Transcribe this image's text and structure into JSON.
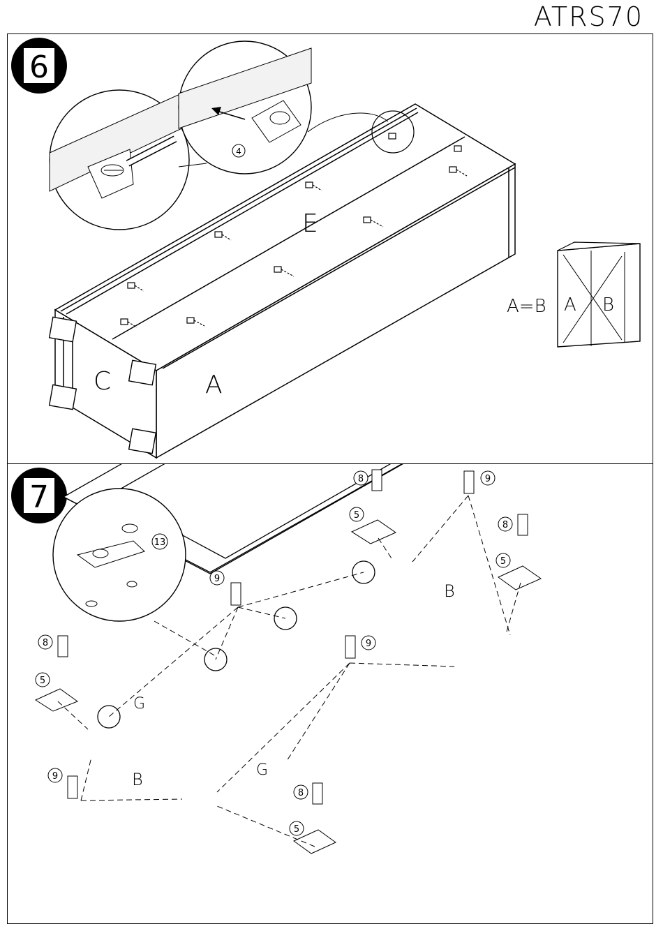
{
  "document": {
    "code": "ATRS70"
  },
  "step6": {
    "number": "6",
    "labels": {
      "top": "E",
      "front": "A",
      "side": "C"
    },
    "callout_part": "4",
    "check": {
      "equation": "A=B",
      "diag_a": "A",
      "diag_b": "B"
    }
  },
  "step7": {
    "number": "7",
    "detail_part": "13",
    "parts": {
      "foot_screw": "8",
      "foot_pad": "5",
      "dowel": "9"
    },
    "frame_labels": {
      "b": "B",
      "g": "G"
    }
  }
}
